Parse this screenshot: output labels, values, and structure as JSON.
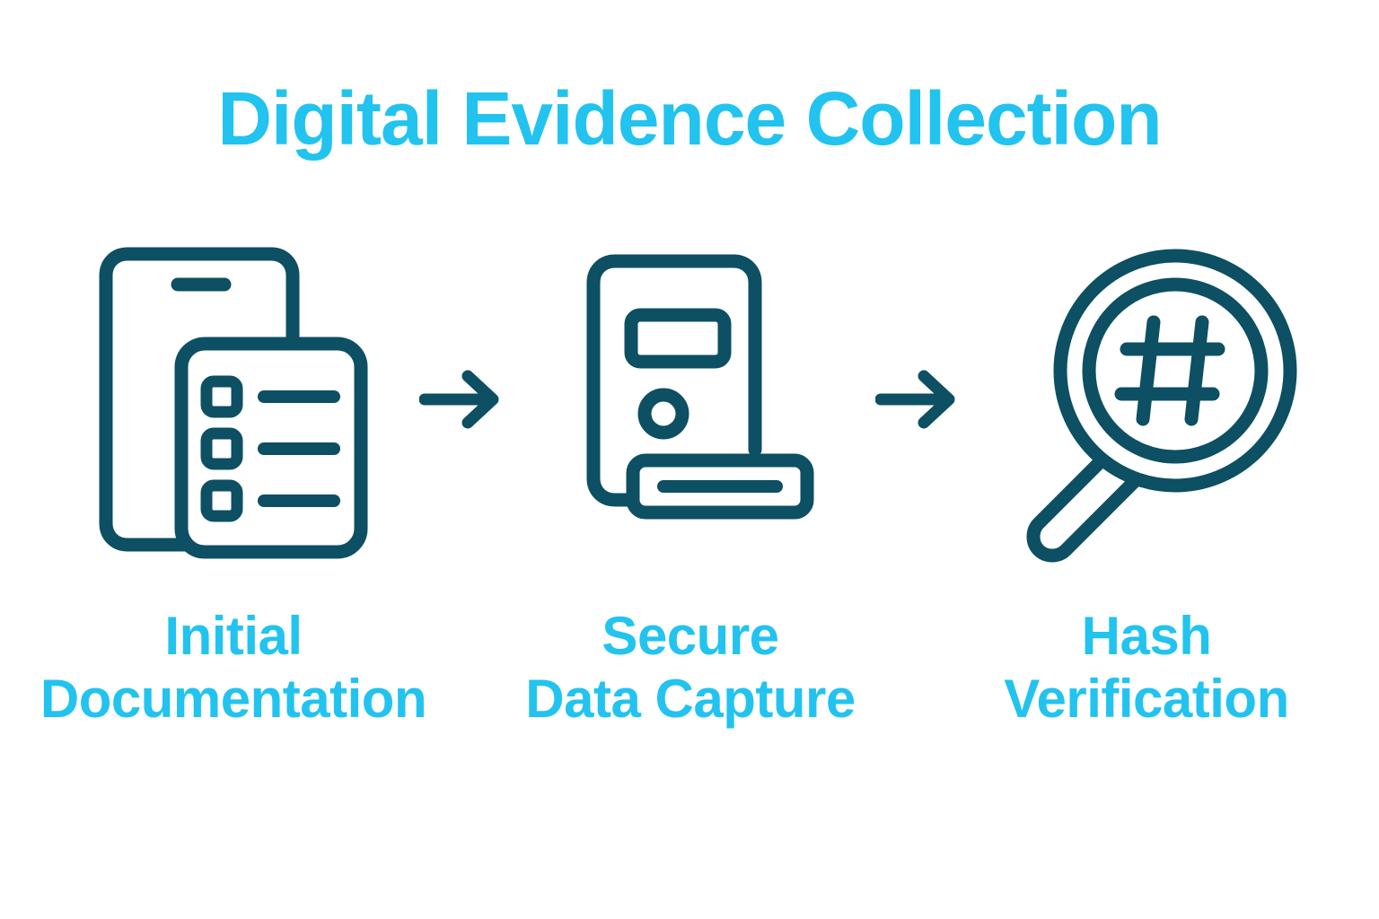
{
  "page": {
    "title": "Digital Evidence Collection",
    "background_color": "#ffffff",
    "accent_color": "#22c3ef",
    "icon_color": "#0d4f63"
  },
  "flow": {
    "stages": [
      {
        "label": "Initial\nDocumentation",
        "icon": "phone-with-checklist-icon"
      },
      {
        "label": "Secure\nData Capture",
        "icon": "server-with-drive-icon"
      },
      {
        "label": "Hash\nVerification",
        "icon": "magnifier-hash-icon"
      }
    ],
    "connectors": [
      {
        "icon": "arrow-right-icon"
      },
      {
        "icon": "arrow-right-icon"
      }
    ]
  }
}
